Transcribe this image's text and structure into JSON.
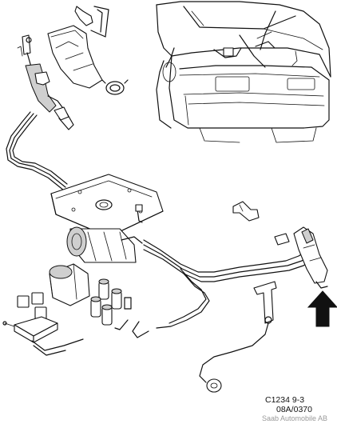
{
  "caption": {
    "figure_number": "C1234 9-3",
    "edition": "08A/0370",
    "copyright": "Saab Automobile AB"
  },
  "colors": {
    "line": "#111111",
    "arrow": "#111111",
    "shade": "#cfcfcf",
    "credit": "#9a9a9a"
  }
}
